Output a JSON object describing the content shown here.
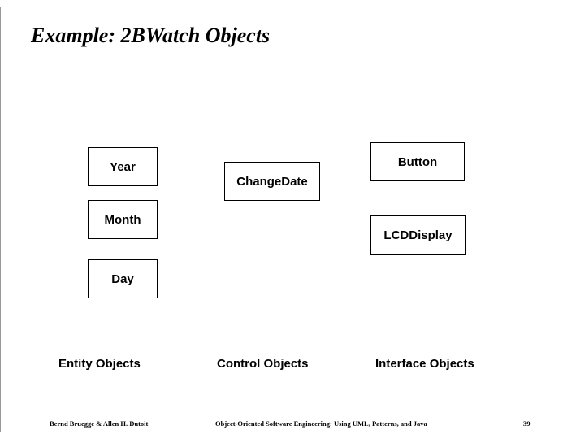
{
  "slide": {
    "title": "Example: 2BWatch Objects",
    "boxes": {
      "year": {
        "label": "Year"
      },
      "month": {
        "label": "Month"
      },
      "day": {
        "label": "Day"
      },
      "changedate": {
        "label": "ChangeDate"
      },
      "button": {
        "label": "Button"
      },
      "lcddisplay": {
        "label": "LCDDisplay"
      }
    },
    "categories": {
      "entity": {
        "label": "Entity Objects"
      },
      "control": {
        "label": "Control Objects"
      },
      "interface": {
        "label": "Interface Objects"
      }
    },
    "footer": {
      "authors": "Bernd Bruegge & Allen H. Dutoit",
      "book": "Object-Oriented Software Engineering: Using UML, Patterns, and Java",
      "page": "39"
    },
    "colors": {
      "text": "#000000",
      "background": "#ffffff",
      "box_border": "#000000",
      "edge_line": "#999999"
    }
  }
}
